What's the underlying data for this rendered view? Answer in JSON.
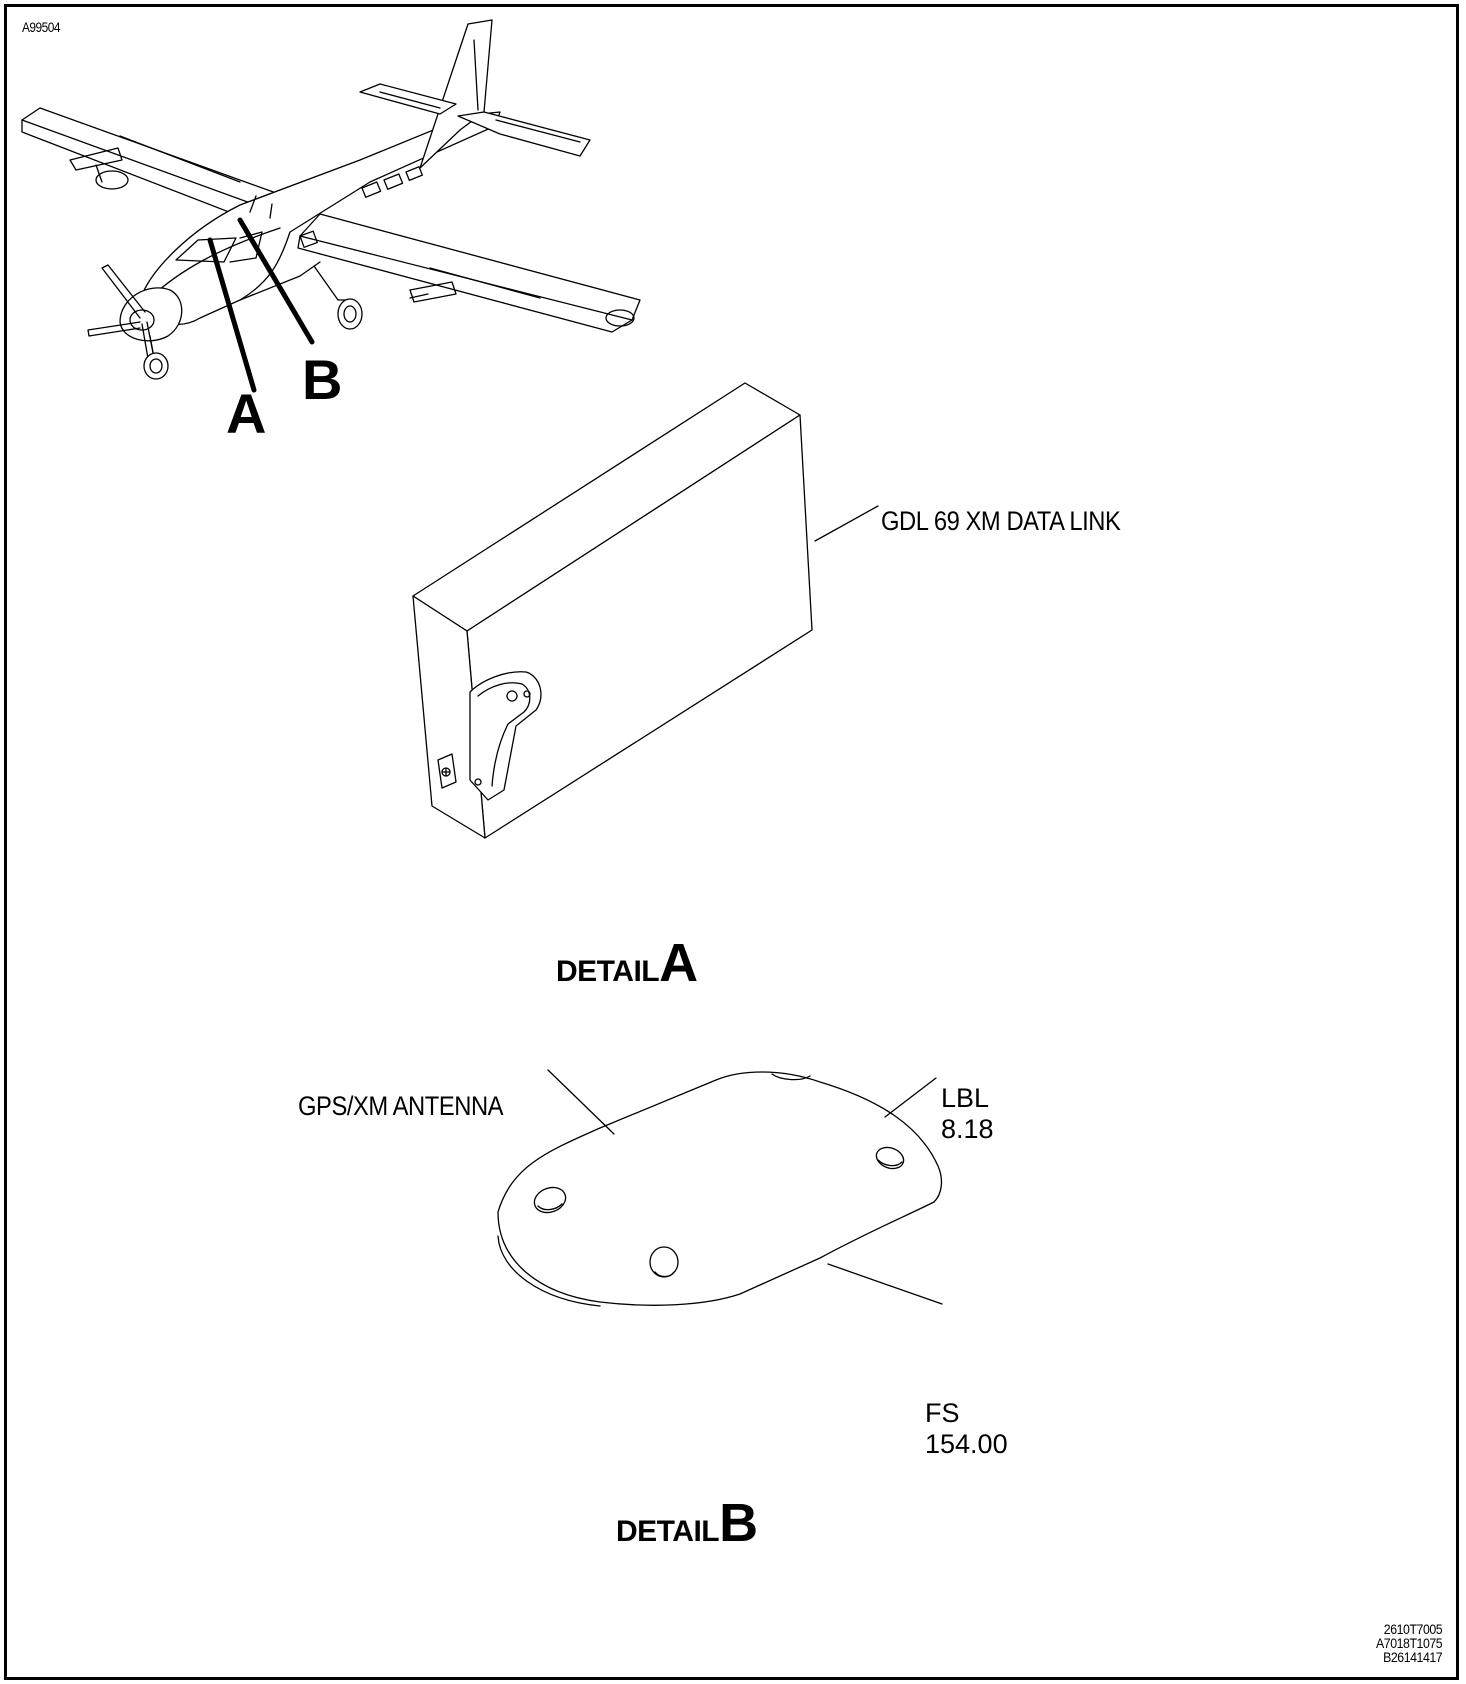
{
  "figure_code": "A99504",
  "reference_codes": [
    "2610T7005",
    "A7018T1075",
    "B26141417"
  ],
  "callouts": {
    "a": "A",
    "b": "B"
  },
  "detail_a": {
    "word": "DETAIL",
    "letter": "A",
    "component_label": "GDL 69 XM DATA LINK"
  },
  "detail_b": {
    "word": "DETAIL",
    "letter": "B",
    "component_label": "GPS/XM ANTENNA",
    "lbl_label": "LBL",
    "lbl_value": "8.18",
    "fs_label": "FS",
    "fs_value": "154.00"
  }
}
